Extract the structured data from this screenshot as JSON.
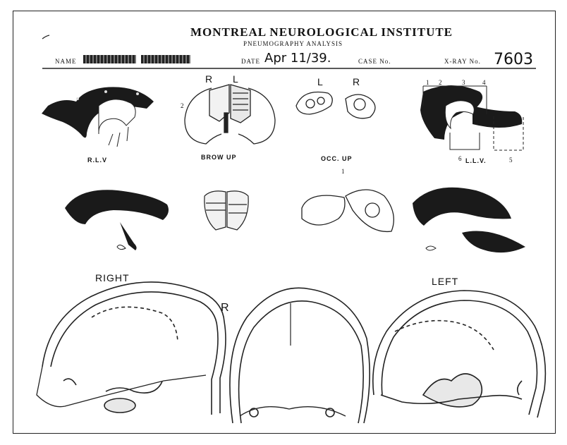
{
  "header": {
    "institute": "MONTREAL NEUROLOGICAL INSTITUTE",
    "subtitle": "PNEUMOGRAPHY ANALYSIS",
    "name_label": "NAME",
    "date_label": "DATE",
    "date_value": "Apr 11/39.",
    "case_label": "CASE No.",
    "xray_label": "X-RAY No.",
    "xray_value": "7603"
  },
  "row1": {
    "rlv_caption": "R.L.V",
    "brow_caption": "BROW UP",
    "brow_r": "R",
    "brow_l": "L",
    "brow_num": "2",
    "occ_caption": "OCC. UP",
    "occ_l": "L",
    "occ_r": "R",
    "llv_caption": "L.L.V.",
    "llv_numbers": [
      "1",
      "2",
      "3",
      "4"
    ],
    "llv_six": "6",
    "llv_five": "5"
  },
  "row2": {
    "marker": "1"
  },
  "row3": {
    "right_label": "RIGHT",
    "center_label": "R",
    "left_label": "LEFT"
  }
}
